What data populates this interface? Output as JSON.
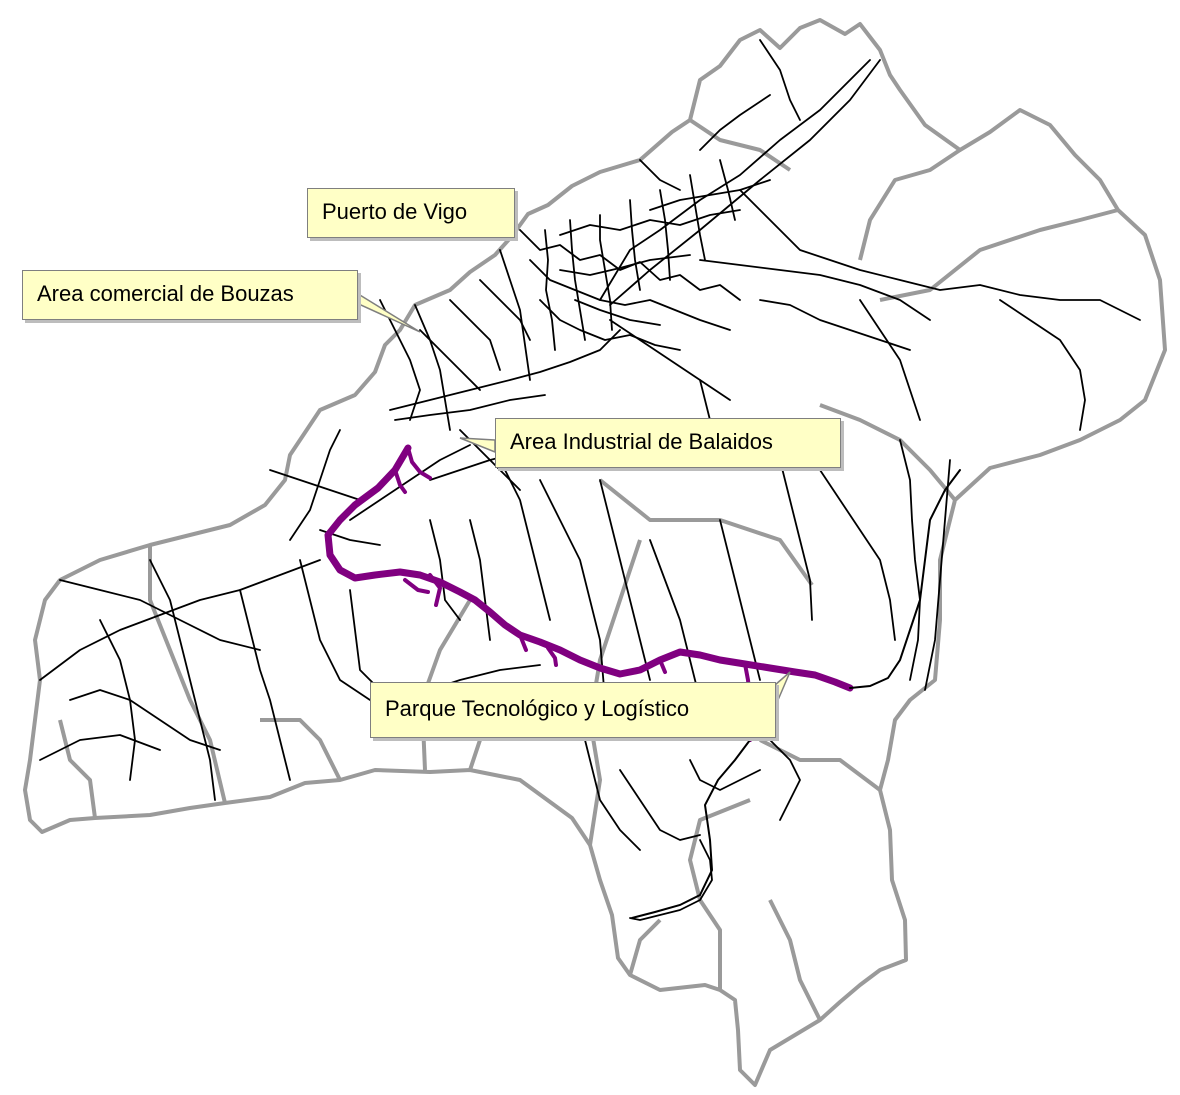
{
  "labels": {
    "puerto": "Puerto de Vigo",
    "bouzas": "Area comercial de Bouzas",
    "balaidos": "Area Industrial de Balaidos",
    "parque": "Parque Tecnológico y Logístico"
  },
  "colors": {
    "boundary": "#9a9a9a",
    "roads": "#000000",
    "highlight_route": "#800080",
    "callout_fill": "#ffffc6"
  }
}
